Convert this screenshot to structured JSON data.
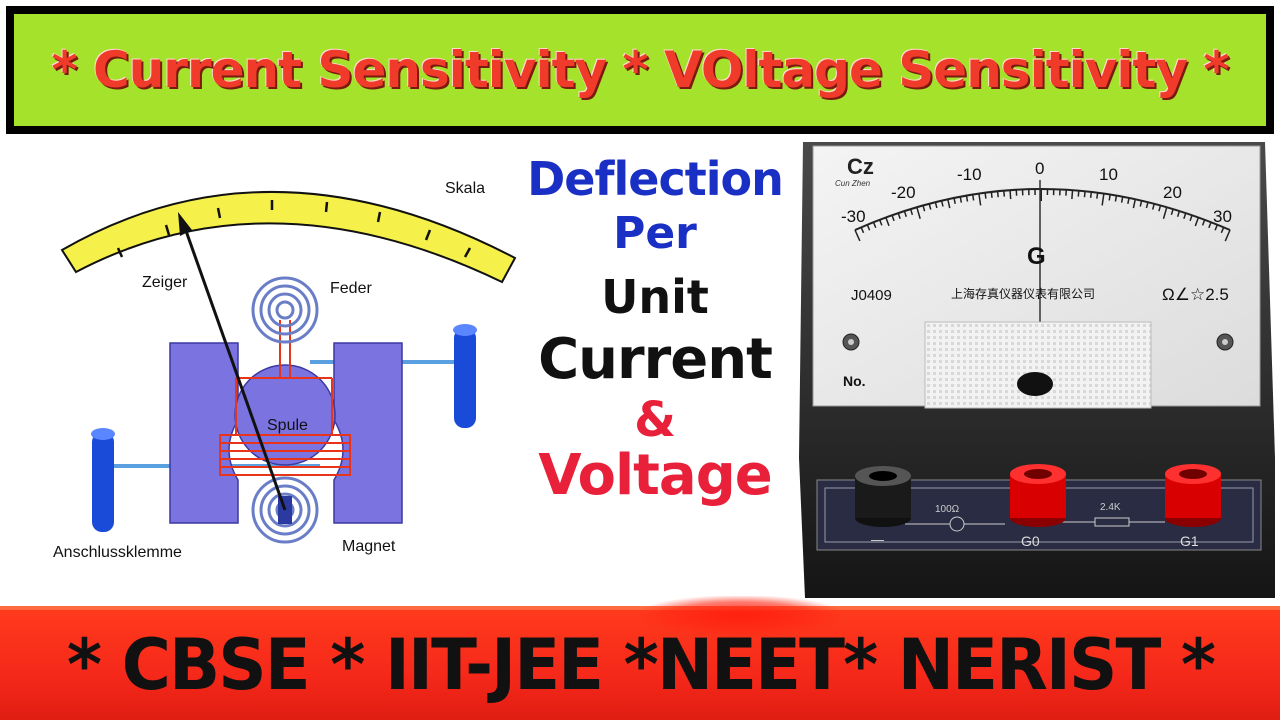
{
  "top_banner": {
    "title": "* Current Sensitivity  *  VOltage Sensitivity *",
    "bg_color": "#a5e22b",
    "text_color": "#f03a2a"
  },
  "diagram": {
    "labels": {
      "scale": "Skala",
      "pointer": "Zeiger",
      "spring": "Feder",
      "coil": "Spule",
      "terminal": "Anschlussklemme",
      "magnet": "Magnet"
    }
  },
  "center_text": {
    "line1": "Deflection",
    "line2": "Per",
    "line3": "Unit",
    "line4": "Current",
    "line5": "&",
    "line6": "Voltage"
  },
  "meter": {
    "logo": "Cz",
    "logo_sub": "Cun Zhen",
    "scale_labels": [
      "-30",
      "-20",
      "-10",
      "0",
      "10",
      "20",
      "30"
    ],
    "symbol": "G",
    "model": "J0409",
    "maker": "上海存真仪器仪表有限公司",
    "class_marks": "Ω∠☆2.5",
    "serial_label": "No.",
    "resistor_1": "100Ω",
    "resistor_2": "2.4K",
    "terminal_1": "—",
    "terminal_2": "G0",
    "terminal_3": "G1"
  },
  "bottom_banner": {
    "title": "* CBSE * IIT-JEE  *NEET* NERIST *",
    "bg_color": "#f5281a"
  }
}
